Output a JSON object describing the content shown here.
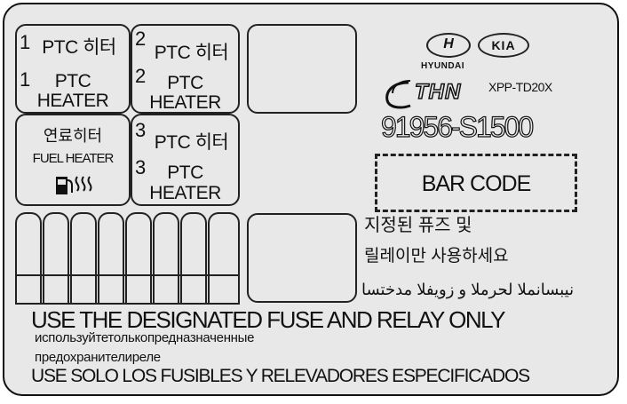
{
  "relay_1": {
    "num_top": "1",
    "ko": "PTC 히터",
    "num_bottom": "1",
    "en_line1": "PTC",
    "en_line2": "HEATER"
  },
  "relay_2": {
    "num_top": "2",
    "ko": "PTC 히터",
    "num_bottom": "2",
    "en_line1": "PTC",
    "en_line2": "HEATER"
  },
  "relay_3": {
    "num_top": "3",
    "ko": "PTC 히터",
    "num_bottom": "3",
    "en_line1": "PTC",
    "en_line2": "HEATER"
  },
  "fuel_heater": {
    "ko": "연료히터",
    "en": "FUEL HEATER",
    "icon": "fuel-heater-icon"
  },
  "logos": {
    "hyundai_mark": "H",
    "hyundai_word": "HYUNDAI",
    "kia_mark": "KIA",
    "thn_mark": "THN"
  },
  "model_code": "XPP-TD20X",
  "part_number": "91956-S1500",
  "barcode_label": "BAR CODE",
  "instructions": {
    "ko_line1": "지정된 퓨즈 및",
    "ko_line2": "릴레이만 사용하세요",
    "ar": "استخدم الفيوز و المرحل المناسبين",
    "en": "USE THE DESIGNATED FUSE AND RELAY ONLY",
    "ru_line1": "используйтетолькопредназначенные",
    "ru_line2": "предохранителиреле",
    "es": "USE SOLO LOS FUSIBLES Y RELEVADORES ESPECIFICADOS"
  },
  "fuse_slot_count": 8,
  "colors": {
    "background": "#e8e8e8",
    "ink": "#111111"
  }
}
